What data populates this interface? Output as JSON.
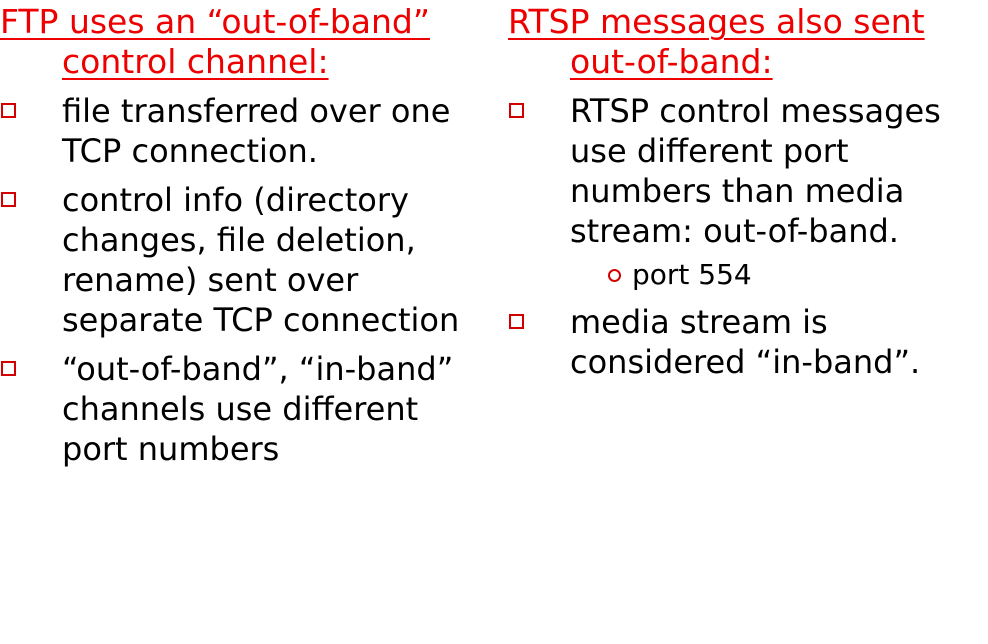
{
  "left": {
    "heading": "FTP uses an “out-of-band” control channel:",
    "items": [
      "file transferred over one TCP connection.",
      "control info (directory changes, file deletion, rename) sent over separate TCP connection",
      " “out-of-band”, “in-band” channels use different port numbers"
    ]
  },
  "right": {
    "heading": "RTSP messages also sent out-of-band:",
    "items": [
      " RTSP control messages use different port numbers than media stream: out-of-band.",
      "media stream is considered “in-band”."
    ],
    "subitems": [
      "port 554"
    ]
  },
  "colors": {
    "heading": "#ee0000",
    "bullet": "#d40000",
    "text": "#000000"
  },
  "icons": {
    "bullet": "square-bullet-icon",
    "subbullet": "circle-bullet-icon"
  }
}
